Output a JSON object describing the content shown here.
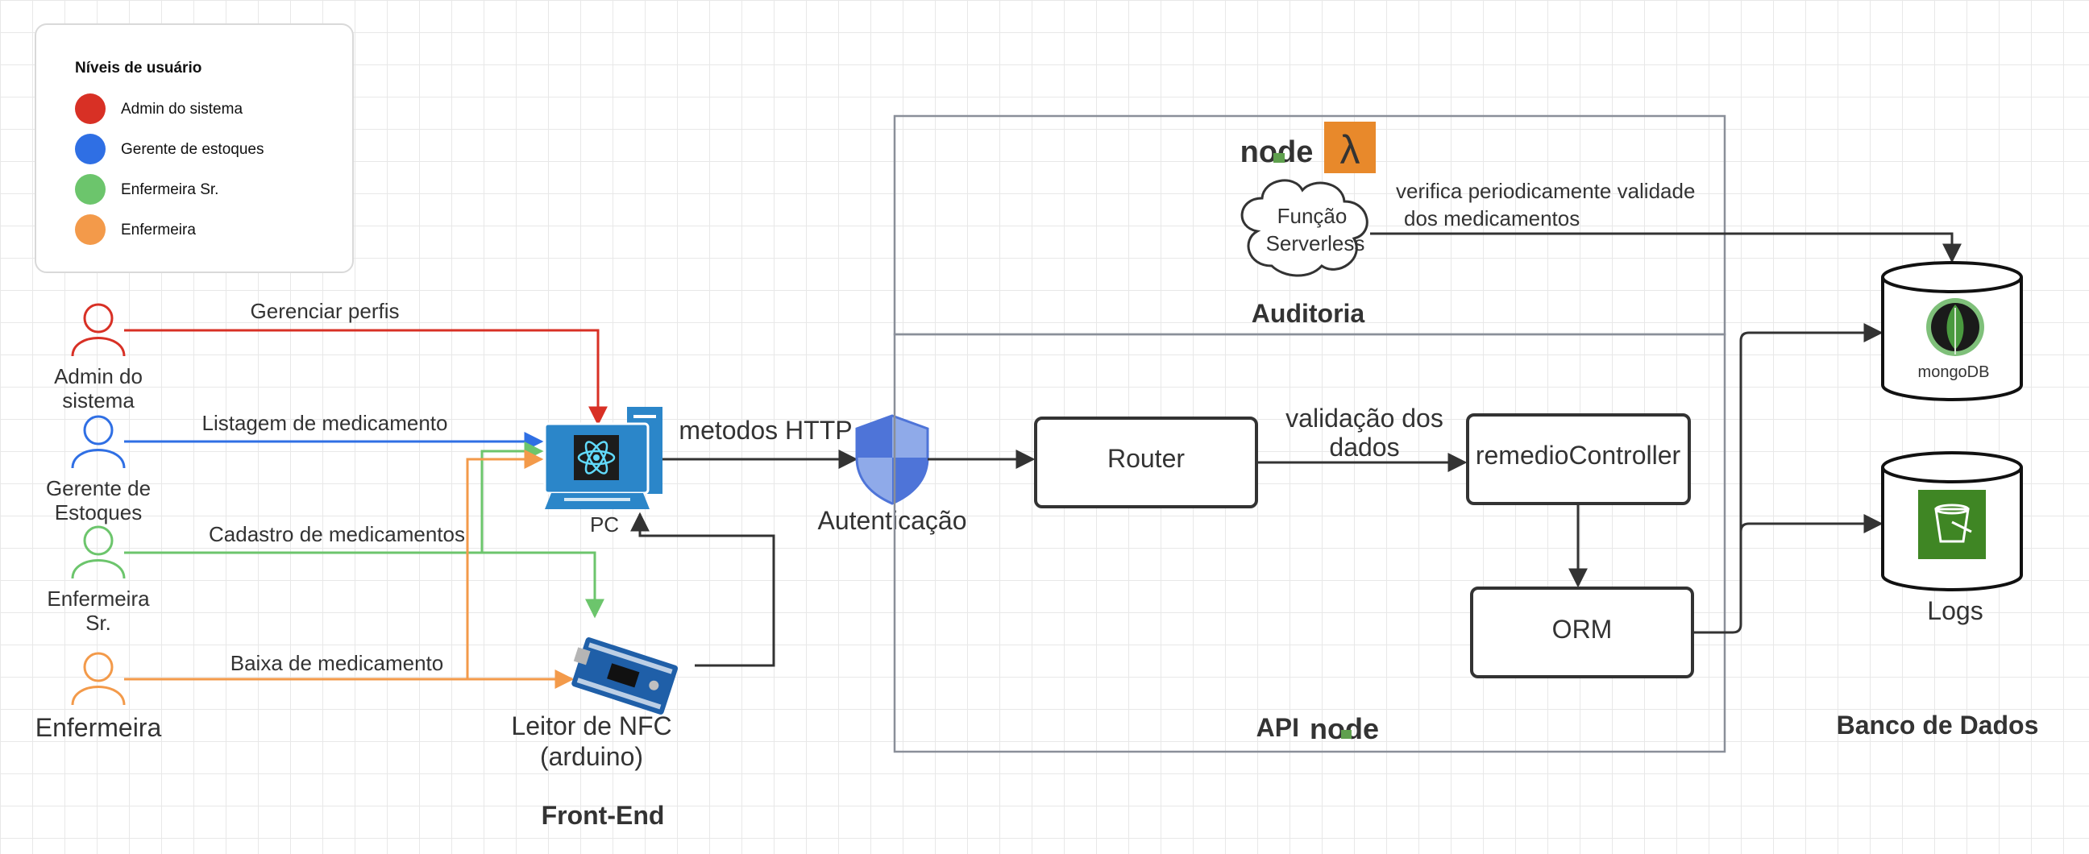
{
  "legend": {
    "title": "Níveis de usuário",
    "items": [
      {
        "label": "Admin do sistema",
        "color": "#d83025"
      },
      {
        "label": "Gerente de estoques",
        "color": "#2f6fe4"
      },
      {
        "label": "Enfermeira Sr.",
        "color": "#6cc56c"
      },
      {
        "label": "Enfermeira",
        "color": "#f39a4a"
      }
    ]
  },
  "actors": [
    {
      "lines": [
        "Admin do",
        "sistema"
      ],
      "color": "#d83025"
    },
    {
      "lines": [
        "Gerente de",
        "Estoques"
      ],
      "color": "#2f6fe4"
    },
    {
      "lines": [
        "Enfermeira",
        "Sr."
      ],
      "color": "#6cc56c"
    },
    {
      "lines": [
        "Enfermeira"
      ],
      "color": "#f39a4a"
    }
  ],
  "edge_labels": {
    "admin": "Gerenciar perfis",
    "gerente": "Listagem de medicamento",
    "enf_sr": "Cadastro de medicamentos",
    "enf": "Baixa de medicamento",
    "http": "metodos HTTP",
    "validacao": [
      "validação dos",
      "dados"
    ],
    "serverless": [
      "verifica periodicamente validade",
      "dos medicamentos"
    ]
  },
  "nodes": {
    "pc": "PC",
    "nfc": [
      "Leitor de NFC",
      "(arduino)"
    ],
    "auth": "Autenticação",
    "router": "Router",
    "controller": "remedioController",
    "orm": "ORM",
    "serverless": [
      "Função",
      "Serverless"
    ],
    "logs": "Logs",
    "mongo": "mongoDB"
  },
  "sections": {
    "frontend": "Front-End",
    "auditoria": "Auditoria",
    "api": "API",
    "banco": "Banco de Dados"
  },
  "logos": {
    "node": "node",
    "lambda": "λ"
  },
  "icons": [
    "react-icon",
    "computer-icon",
    "arduino-board-icon",
    "shield-icon",
    "cloud-icon",
    "lambda-icon",
    "nodejs-logo",
    "mongodb-leaf-icon",
    "s3-bucket-icon"
  ],
  "colors": {
    "line": "#333333",
    "lambda": "#e8892b",
    "mongo_leaf": "#4a9a3f",
    "s3": "#3f8624",
    "node_green": "#5fa04e",
    "pc_blue": "#2b86c9"
  }
}
